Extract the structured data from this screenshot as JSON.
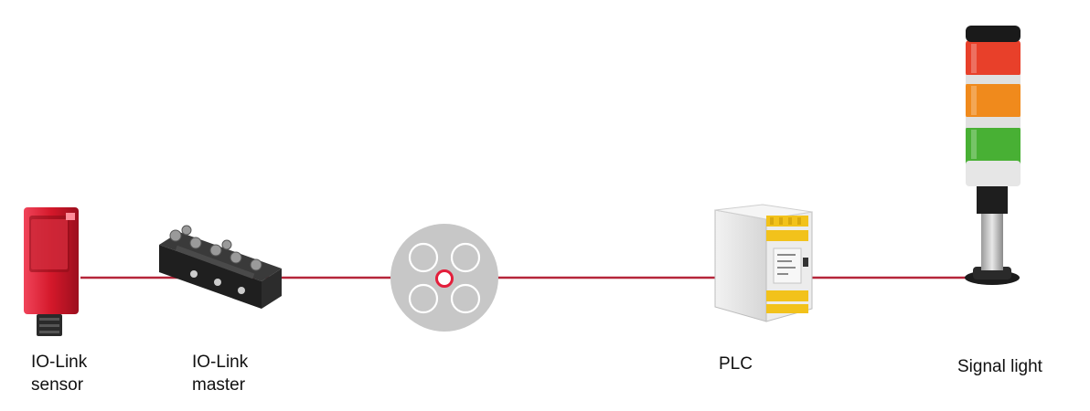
{
  "colors": {
    "link_line": "#b5263a",
    "sensor_body": "#d4182a",
    "connector_disc": "#c7c7c7",
    "connector_ring": "#e31e3b",
    "plc_accent": "#f2c21b",
    "light_red": "#e8402a",
    "light_orange": "#f08a1c",
    "light_green": "#48b034"
  },
  "nodes": [
    {
      "id": "io-link-sensor",
      "icon": "photoelectric-sensor-icon",
      "label_lines": [
        "IO-Link",
        "sensor"
      ]
    },
    {
      "id": "io-link-master",
      "icon": "io-link-master-module-icon",
      "label_lines": [
        "IO-Link",
        "master"
      ]
    },
    {
      "id": "connector",
      "icon": "connector-cross-section-icon",
      "label_lines": []
    },
    {
      "id": "plc",
      "icon": "plc-module-icon",
      "label_lines": [
        "PLC"
      ]
    },
    {
      "id": "signal-light",
      "icon": "signal-tower-light-icon",
      "label_lines": [
        "Signal light"
      ]
    }
  ]
}
